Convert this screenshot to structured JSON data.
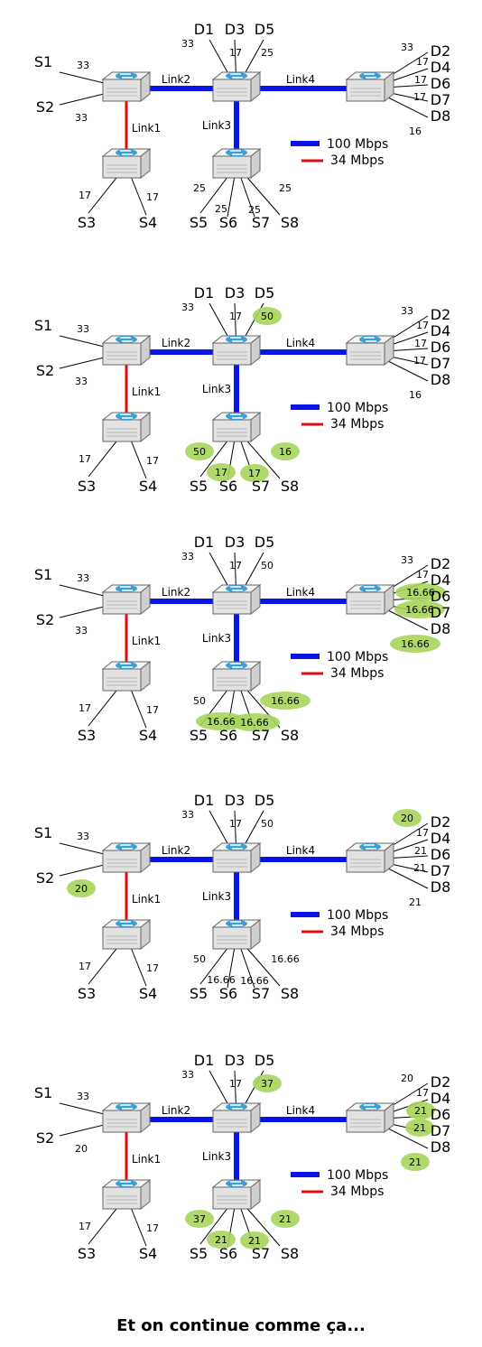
{
  "colors": {
    "fast_link": "#0a14e6",
    "slow_link": "#e60b0b",
    "highlight": "#a8d45a",
    "wire": "#000000"
  },
  "icon": "network-switch-icon",
  "legend": {
    "fast": "100 Mbps",
    "slow": "34 Mbps"
  },
  "link_labels": {
    "link1": "Link1",
    "link2": "Link2",
    "link3": "Link3",
    "link4": "Link4"
  },
  "hosts": {
    "S1": "S1",
    "S2": "S2",
    "S3": "S3",
    "S4": "S4",
    "S5": "S5",
    "S6": "S6",
    "S7": "S7",
    "S8": "S8",
    "D1": "D1",
    "D2": "D2",
    "D3": "D3",
    "D4": "D4",
    "D5": "D5",
    "D6": "D6",
    "D7": "D7",
    "D8": "D8"
  },
  "stages": [
    {
      "rates": {
        "S1": "33",
        "S2": "33",
        "S3": "17",
        "S4": "17",
        "S5": "25",
        "S6": "25",
        "S7": "25",
        "S8": "25",
        "D1": "33",
        "D3": "17",
        "D5": "25",
        "D2": "33",
        "D4": "17",
        "D6": "17",
        "D7": "17",
        "D8": "16"
      },
      "highlighted": []
    },
    {
      "rates": {
        "S1": "33",
        "S2": "33",
        "S3": "17",
        "S4": "17",
        "S5": "50",
        "S6": "17",
        "S7": "17",
        "S8": "16",
        "D1": "33",
        "D3": "17",
        "D5": "50",
        "D2": "33",
        "D4": "17",
        "D6": "17",
        "D7": "17",
        "D8": "16"
      },
      "highlighted": [
        "D5",
        "S5",
        "S6",
        "S7",
        "S8"
      ]
    },
    {
      "rates": {
        "S1": "33",
        "S2": "33",
        "S3": "17",
        "S4": "17",
        "S5": "50",
        "S6": "16.66",
        "S7": "16.66",
        "S8": "16.66",
        "D1": "33",
        "D3": "17",
        "D5": "50",
        "D2": "33",
        "D4": "17",
        "D6": "16.66",
        "D7": "16.66",
        "D8": "16.66"
      },
      "highlighted": [
        "D6",
        "D7",
        "D8",
        "S6",
        "S7",
        "S8"
      ]
    },
    {
      "rates": {
        "S1": "33",
        "S2": "20",
        "S3": "17",
        "S4": "17",
        "S5": "50",
        "S6": "16.66",
        "S7": "16.66",
        "S8": "16.66",
        "D1": "33",
        "D3": "17",
        "D5": "50",
        "D2": "20",
        "D4": "17",
        "D6": "21",
        "D7": "21",
        "D8": "21"
      },
      "highlighted": [
        "S2",
        "D2"
      ]
    },
    {
      "rates": {
        "S1": "33",
        "S2": "20",
        "S3": "17",
        "S4": "17",
        "S5": "37",
        "S6": "21",
        "S7": "21",
        "S8": "21",
        "D1": "33",
        "D3": "17",
        "D5": "37",
        "D2": "20",
        "D4": "17",
        "D6": "21",
        "D7": "21",
        "D8": "21"
      },
      "highlighted": [
        "D5",
        "S5",
        "S6",
        "S7",
        "S8",
        "D6",
        "D7",
        "D8"
      ]
    }
  ],
  "caption": "Et on continue comme ça..."
}
